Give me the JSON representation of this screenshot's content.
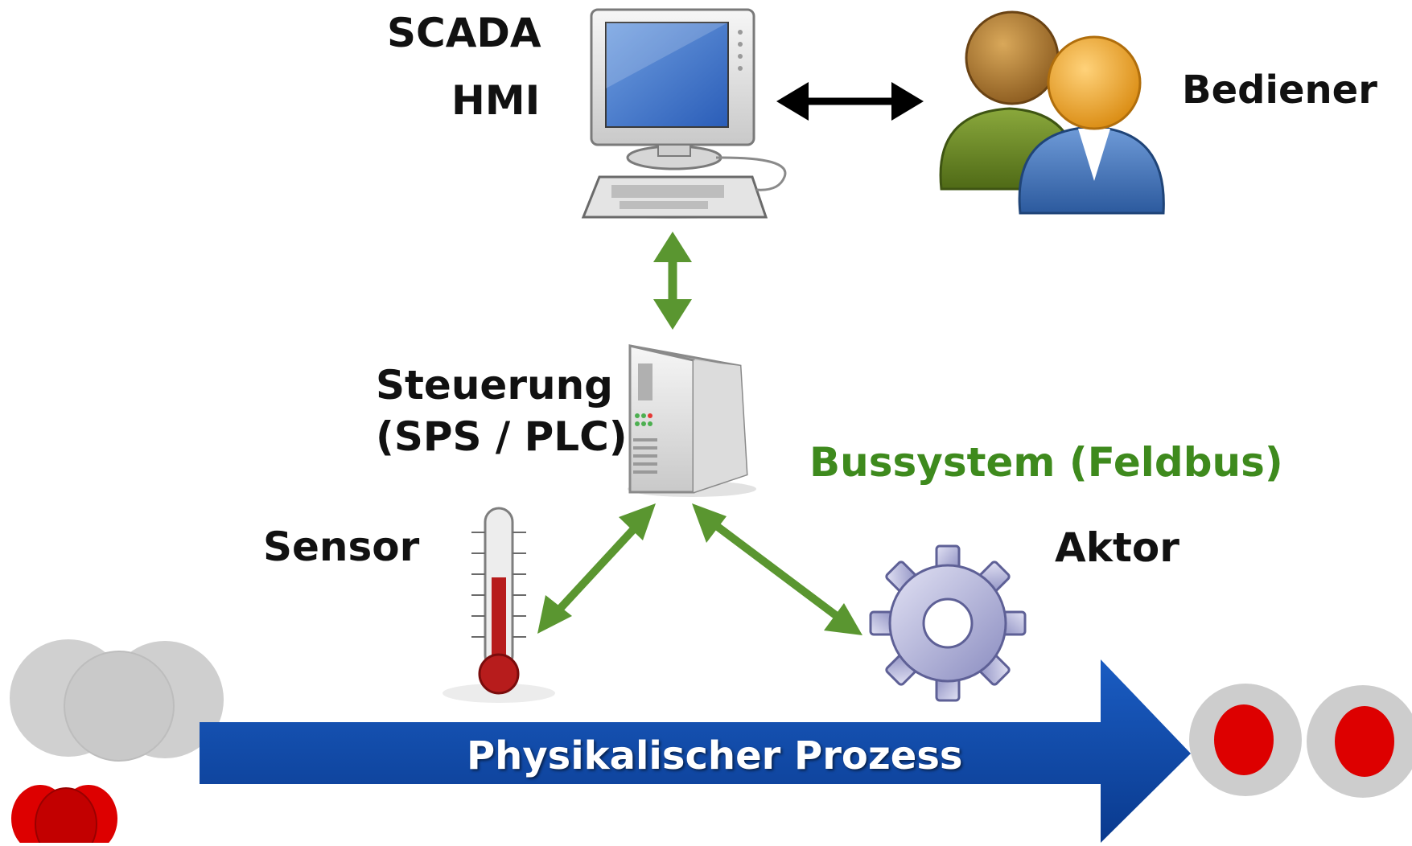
{
  "labels": {
    "scada": "SCADA",
    "hmi": "HMI",
    "operator": "Bediener",
    "controller_line1": "Steuerung",
    "controller_line2": "(SPS / PLC)",
    "bus": "Bussystem (Feldbus)",
    "sensor": "Sensor",
    "actuator": "Aktor",
    "process": "Physikalischer Prozess"
  },
  "colors": {
    "bus_green": "#5a9630",
    "bus_text_green": "#3e8a1d",
    "process_blue": "#0d47a8",
    "product_red": "#dd0000",
    "raw_material_gray": "#d0d0d0",
    "arrow_black": "#000000"
  },
  "icons": {
    "hmi": "computer-icon",
    "operator": "users-icon",
    "controller": "server-icon",
    "sensor": "thermometer-icon",
    "actuator": "gear-icon"
  }
}
